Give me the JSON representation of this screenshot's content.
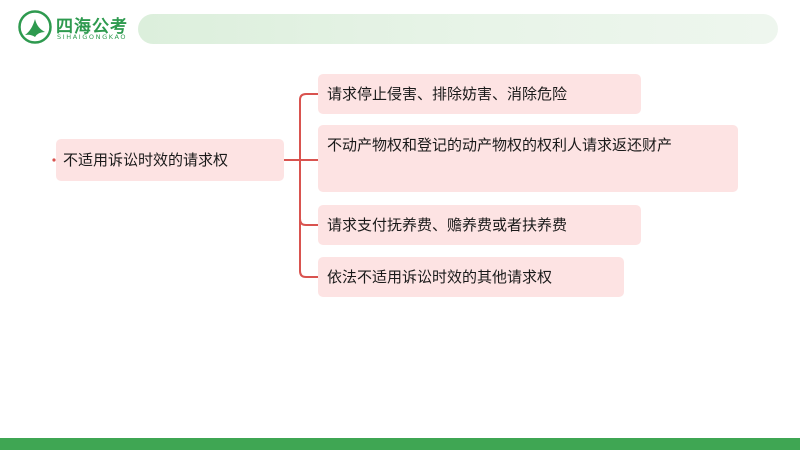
{
  "logo": {
    "name": "四海公考",
    "subtitle": "SIHAIGONGKAO",
    "color": "#2e9a4f"
  },
  "colors": {
    "node_fill": "#fde3e3",
    "connector": "#d9534f",
    "header_bar": "#dcefdc",
    "footer_bar": "#3fa653"
  },
  "diagram": {
    "root": "不适用诉讼时效的请求权",
    "children": [
      "请求停止侵害、排除妨害、消除危险",
      "不动产物权和登记的动产物权的权利人请求返还财产",
      "请求支付抚养费、赡养费或者扶养费",
      "依法不适用诉讼时效的其他请求权"
    ]
  }
}
